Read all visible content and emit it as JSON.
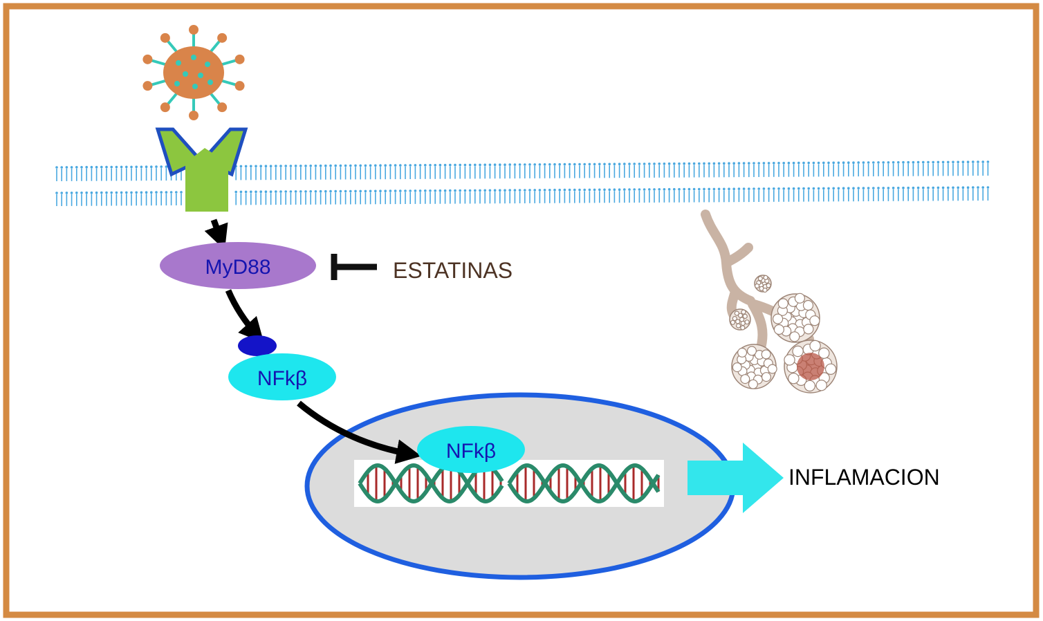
{
  "labels": {
    "myd88": "MyD88",
    "nfkb_cytoplasm": "NFkβ",
    "nfkb_nucleus": "NFkβ",
    "statins": "ESTATINAS",
    "inflammation": "INFLAMACION"
  },
  "colors": {
    "frame": "#d48a43",
    "virus_body": "#d9844a",
    "virus_spike": "#35c9b9",
    "receptor_fill": "#8cc63f",
    "receptor_edge": "#1f4fbf",
    "membrane": "#49a8e0",
    "myd88_fill": "#a878cc",
    "nfkb_fill": "#1ee6ee",
    "nfkb_cap": "#1414c8",
    "label_blue": "#1515b0",
    "nucleus_fill": "#dcdcdc",
    "nucleus_edge": "#1f5fe0",
    "dna_backbone": "#2a8a6a",
    "dna_rung": "#a82a2a",
    "big_arrow": "#33e6ec",
    "statins_text": "#4d3324",
    "inhibitor": "#111111",
    "lung": "#c9b3a4"
  },
  "icons": [
    "virus-icon",
    "receptor-icon",
    "membrane",
    "lung-alveoli-icon",
    "dna-icon",
    "inhibition-bar-icon"
  ]
}
